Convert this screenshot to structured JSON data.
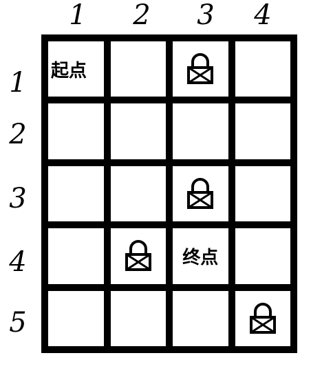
{
  "columns": [
    "1",
    "2",
    "3",
    "4"
  ],
  "rows": [
    "1",
    "2",
    "3",
    "4",
    "5"
  ],
  "start": {
    "label": "起点",
    "row": 1,
    "col": 1
  },
  "end": {
    "label": "终点",
    "row": 4,
    "col": 3
  },
  "locks": [
    {
      "row": 1,
      "col": 3
    },
    {
      "row": 3,
      "col": 3
    },
    {
      "row": 4,
      "col": 2
    },
    {
      "row": 5,
      "col": 4
    }
  ]
}
